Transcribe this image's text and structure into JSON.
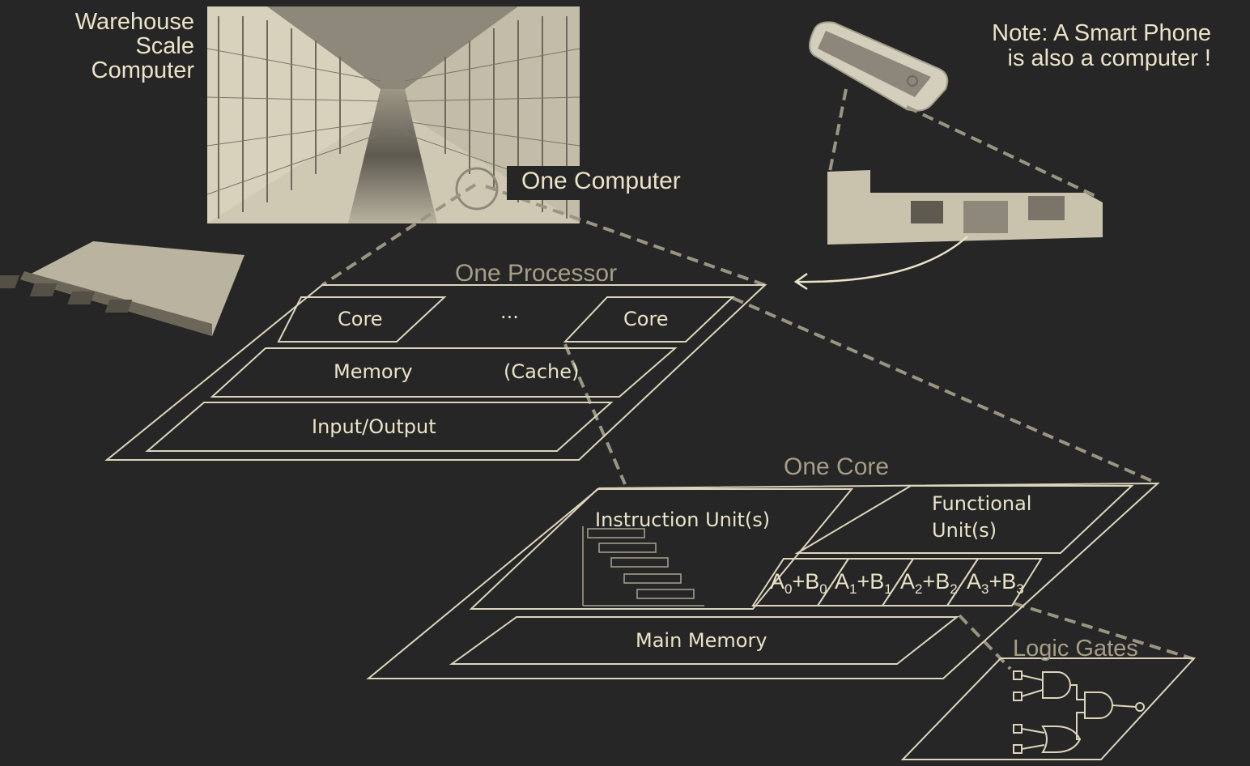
{
  "labels": {
    "warehouse_line1": "Warehouse",
    "warehouse_line2": "Scale",
    "warehouse_line3": "Computer",
    "note_line1": "Note: A Smart Phone",
    "note_line2": "is also a computer !",
    "one_computer": "One Computer",
    "one_processor": "One Processor",
    "core_left": "Core",
    "ellipsis": "···",
    "core_right": "Core",
    "memory": "Memory",
    "cache": "(Cache)",
    "input_output": "Input/Output",
    "one_core": "One Core",
    "instruction_units": "Instruction Unit(s)",
    "functional_line1": "Functional",
    "functional_line2": "Unit(s)",
    "main_memory": "Main Memory",
    "logic_gates": "Logic Gates"
  },
  "adders": [
    {
      "a": "A",
      "ai": "0",
      "b": "B",
      "bi": "0"
    },
    {
      "a": "A",
      "ai": "1",
      "b": "B",
      "bi": "1"
    },
    {
      "a": "A",
      "ai": "2",
      "b": "B",
      "bi": "2"
    },
    {
      "a": "A",
      "ai": "3",
      "b": "B",
      "bi": "3"
    }
  ],
  "colors": {
    "background": "#262626",
    "foreground": "#ebe3c8",
    "title_muted": "#a69e86",
    "dashed_lines": "#9a9482"
  }
}
